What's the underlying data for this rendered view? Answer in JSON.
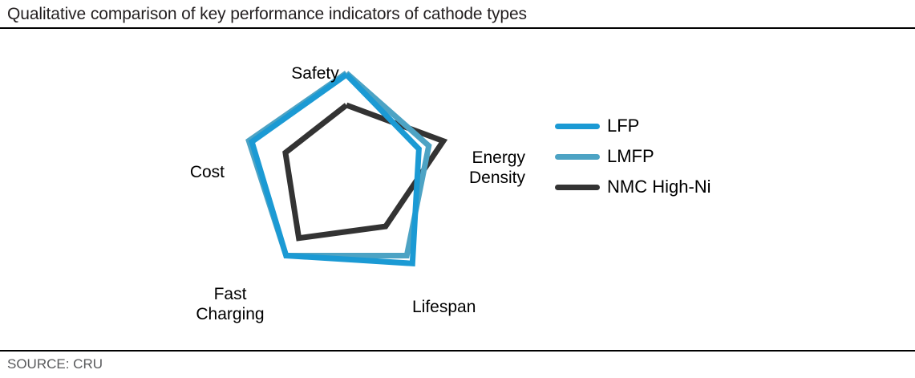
{
  "title": "Qualitative comparison of key performance indicators of cathode types",
  "source": "SOURCE: CRU",
  "legend": {
    "items": [
      {
        "label": "LFP",
        "color": "#1b9ad4"
      },
      {
        "label": "LMFP",
        "color": "#4da3c4"
      },
      {
        "label": "NMC High-Ni",
        "color": "#333333"
      }
    ]
  },
  "axis_labels": {
    "safety": "Safety",
    "energy_density_line1": "Energy",
    "energy_density_line2": "Density",
    "lifespan": "Lifespan",
    "fast_charging_line1": "Fast",
    "fast_charging_line2": "Charging",
    "cost": "Cost"
  },
  "chart_data": {
    "type": "radar",
    "title": "Qualitative comparison of key performance indicators of cathode types",
    "categories": [
      "Safety",
      "Energy Density",
      "Lifespan",
      "Fast Charging",
      "Cost"
    ],
    "rmax": 145,
    "grid": false,
    "ticks_visible": false,
    "legend_position": "right",
    "series": [
      {
        "name": "LFP",
        "color": "#1b9ad4",
        "values": [
          122,
          95,
          140,
          128,
          124
        ]
      },
      {
        "name": "LMFP",
        "color": "#4da3c4",
        "values": [
          124,
          108,
          128,
          128,
          128
        ]
      },
      {
        "name": "NMC High-Ni",
        "color": "#333333",
        "values": [
          84,
          127,
          83,
          101,
          80
        ]
      }
    ],
    "center": [
      432,
      179
    ],
    "start_angle_deg": 90,
    "xlabel": "",
    "ylabel": ""
  }
}
